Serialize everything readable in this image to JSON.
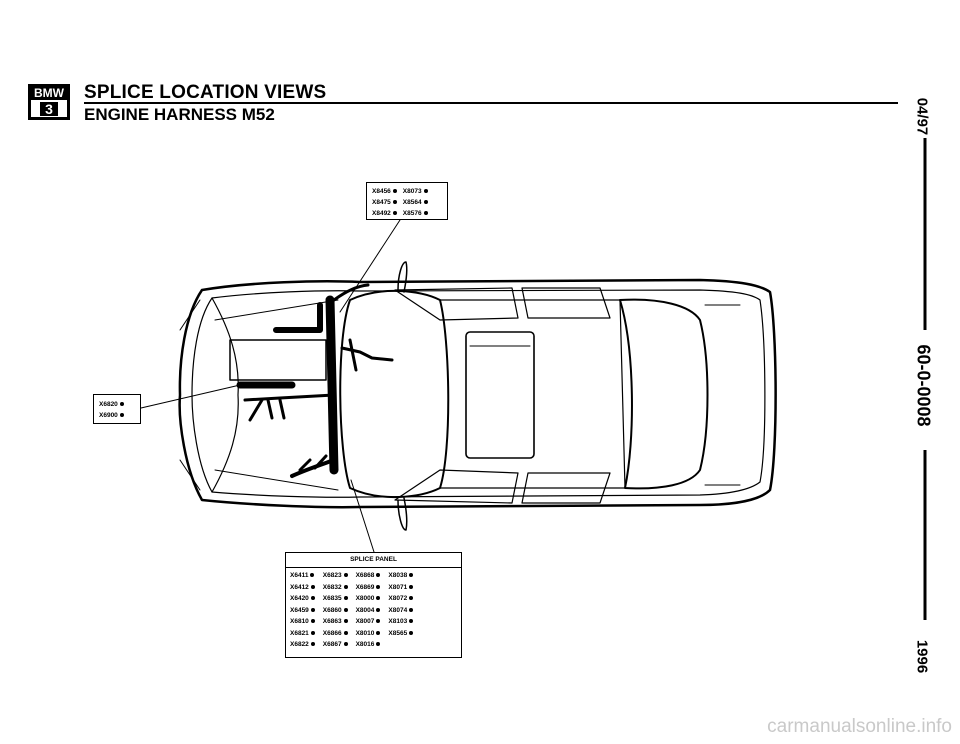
{
  "header": {
    "logo_top": "BMW",
    "logo_number": "3",
    "title": "SPLICE LOCATION VIEWS",
    "subtitle": "ENGINE HARNESS M52"
  },
  "side_labels": {
    "date": "04/97",
    "page": "60-0-0008",
    "year": "1996"
  },
  "splice_groups": {
    "top": {
      "rows": [
        [
          "X8456",
          "X8073"
        ],
        [
          "X8475",
          "X8564"
        ],
        [
          "X8492",
          "X8576"
        ]
      ]
    },
    "left": {
      "rows": [
        [
          "X6820"
        ],
        [
          "X6900"
        ]
      ]
    },
    "panel": {
      "heading": "SPLICE PANEL",
      "rows": [
        [
          "X6411",
          "X6823",
          "X6868",
          "X8038"
        ],
        [
          "X6412",
          "X6832",
          "X6869",
          "X8071"
        ],
        [
          "X6420",
          "X6835",
          "X8000",
          "X8072"
        ],
        [
          "X6459",
          "X6860",
          "X8004",
          "X8074"
        ],
        [
          "X6810",
          "X6863",
          "X8007",
          "X8103"
        ],
        [
          "X6821",
          "X6866",
          "X8010",
          "X8565"
        ],
        [
          "X6822",
          "X6867",
          "X8016"
        ]
      ]
    }
  },
  "footer": {
    "watermark": "carmanualsonline.info"
  }
}
